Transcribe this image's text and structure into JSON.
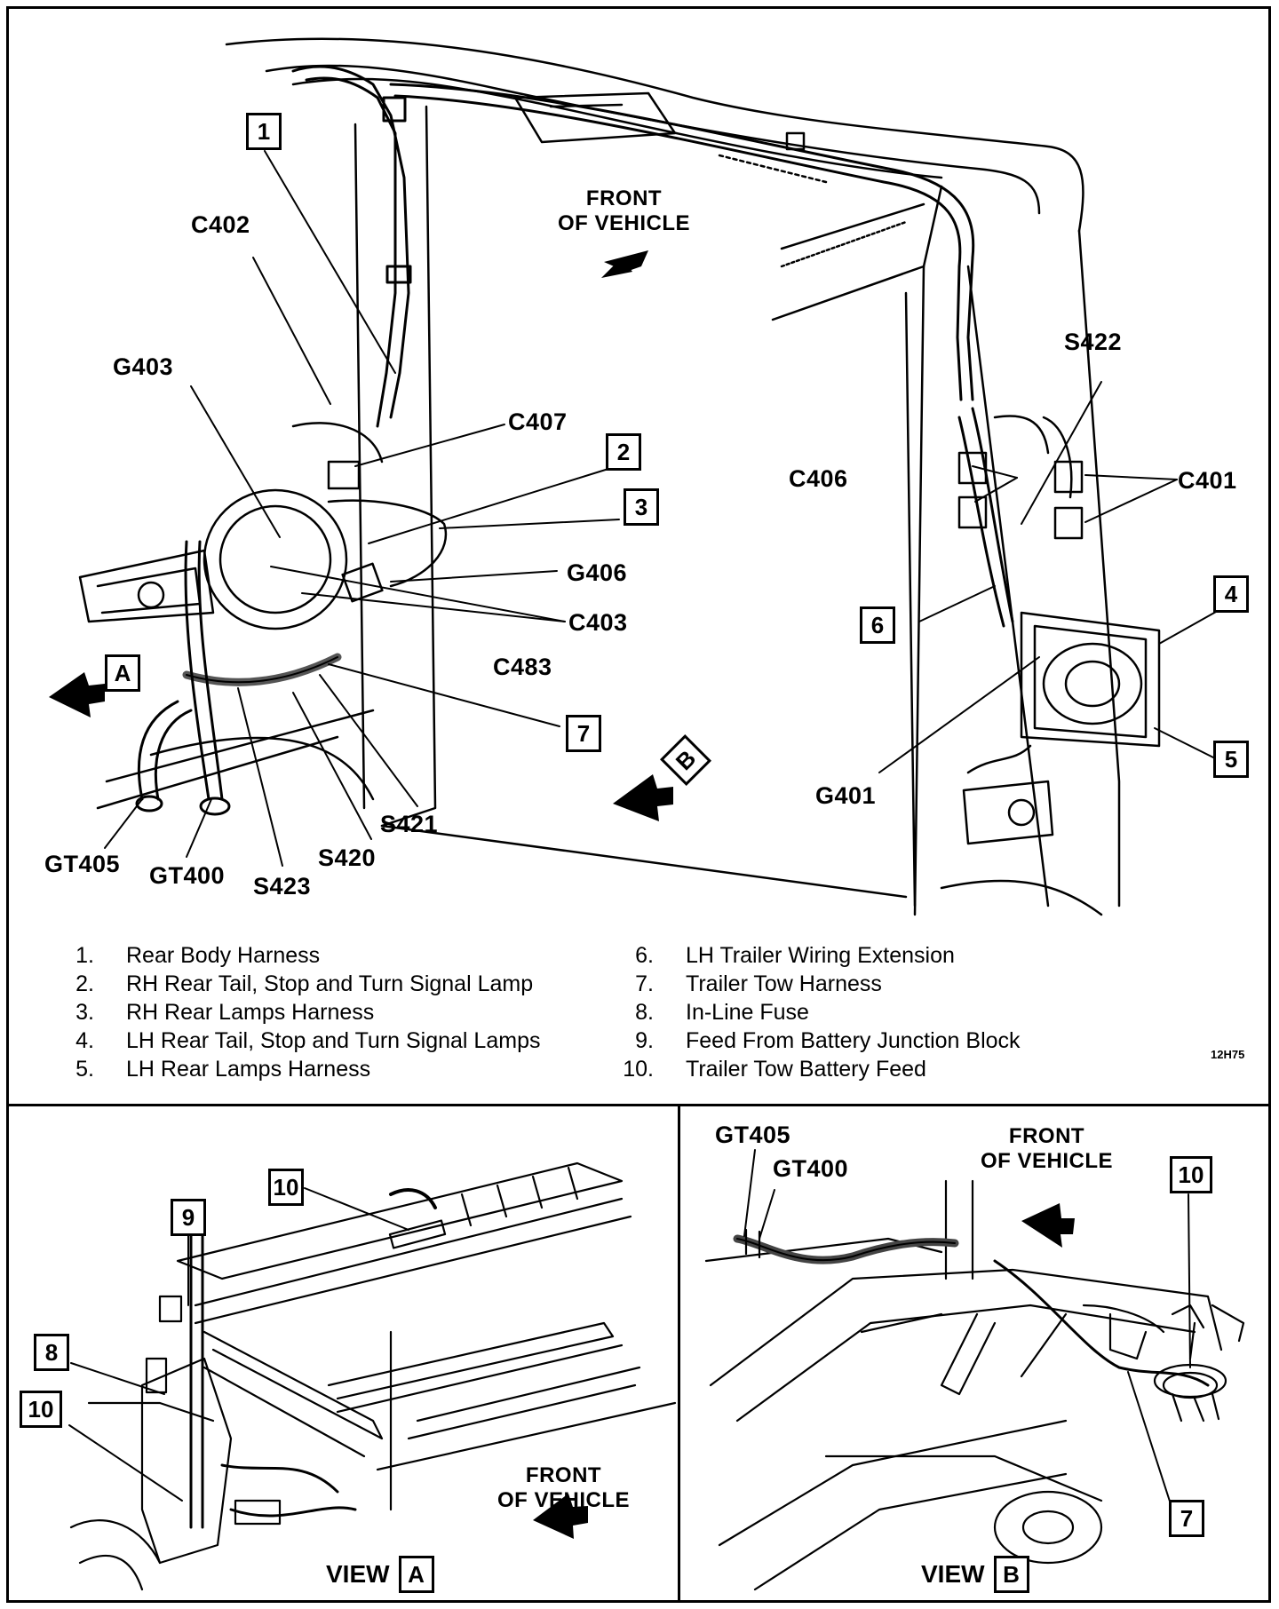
{
  "main_view": {
    "direction_label": "FRONT\nOF VEHICLE",
    "view_a_marker": "A",
    "view_b_marker": "B",
    "labels": {
      "c402": "C402",
      "g403": "G403",
      "c407": "C407",
      "g406": "G406",
      "c403": "C403",
      "c483": "C483",
      "s421": "S421",
      "s420": "S420",
      "s423": "S423",
      "gt405": "GT405",
      "gt400": "GT400",
      "s422": "S422",
      "c406": "C406",
      "c401": "C401",
      "g401": "G401"
    },
    "callouts": [
      "1",
      "2",
      "3",
      "4",
      "5",
      "6",
      "7"
    ]
  },
  "legend": [
    {
      "num": "1.",
      "text": "Rear Body Harness"
    },
    {
      "num": "2.",
      "text": "RH Rear Tail, Stop and Turn Signal Lamp"
    },
    {
      "num": "3.",
      "text": "RH Rear Lamps Harness"
    },
    {
      "num": "4.",
      "text": "LH Rear Tail, Stop and Turn Signal Lamps"
    },
    {
      "num": "5.",
      "text": "LH Rear Lamps Harness"
    },
    {
      "num": "6.",
      "text": "LH Trailer Wiring Extension"
    },
    {
      "num": "7.",
      "text": "Trailer Tow Harness"
    },
    {
      "num": "8.",
      "text": "In-Line Fuse"
    },
    {
      "num": "9.",
      "text": "Feed From Battery Junction Block"
    },
    {
      "num": "10.",
      "text": "Trailer Tow Battery Feed"
    }
  ],
  "figure_code": "12H75",
  "view_a": {
    "title": "VIEW",
    "marker": "A",
    "direction_label": "FRONT\nOF VEHICLE",
    "callouts": [
      "10",
      "9",
      "8",
      "10"
    ]
  },
  "view_b": {
    "title": "VIEW",
    "marker": "B",
    "direction_label": "FRONT\nOF VEHICLE",
    "labels": {
      "gt405": "GT405",
      "gt400": "GT400"
    },
    "callouts": [
      "10",
      "7"
    ]
  }
}
